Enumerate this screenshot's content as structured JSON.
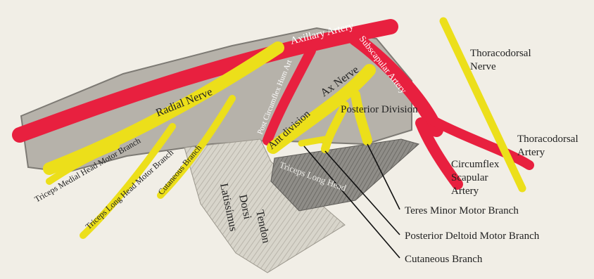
{
  "labels": {
    "axillary_artery": "Axillary Artery",
    "subscapular_artery": "Subscapular Artery",
    "post_circumflex_hum_art": "Post Circumflex Hum Art",
    "radial_nerve": "Radial Nerve",
    "ax_nerve": "Ax Nerve",
    "posterior_division": "Posterior Division",
    "ant_division": "Ant division",
    "triceps_medial_head_motor_branch": "Triceps Medial Head Motor Branch",
    "triceps_long_head_motor_branch": "Triceps Long Head Motor Branch",
    "cutaneous_branch_radial": "Cutaneous Branch",
    "latissimus_dorsi_tendon": [
      "Latissimus",
      "Dorsi",
      "Tendon"
    ],
    "triceps_long_head": "Triceps Long Head",
    "thoracodorsal_nerve": [
      "Thoracodorsal",
      "Nerve"
    ],
    "thoracodorsal_artery": [
      "Thoracodorsal",
      "Artery"
    ],
    "circumflex_scapular_artery": [
      "Circumflex",
      "Scapular",
      "Artery"
    ],
    "teres_minor_motor_branch": "Teres Minor Motor Branch",
    "posterior_deltoid_motor_branch": "Posterior Deltoid Motor Branch",
    "cutaneous_branch": "Cutaneous Branch"
  },
  "colors": {
    "background": "#f1eee6",
    "muscle": "#b6b2aa",
    "artery": "#e8203f",
    "nerve": "#ecdf1a",
    "tendon": "#d9d6cc",
    "triceps_head": "#8f8d88"
  }
}
